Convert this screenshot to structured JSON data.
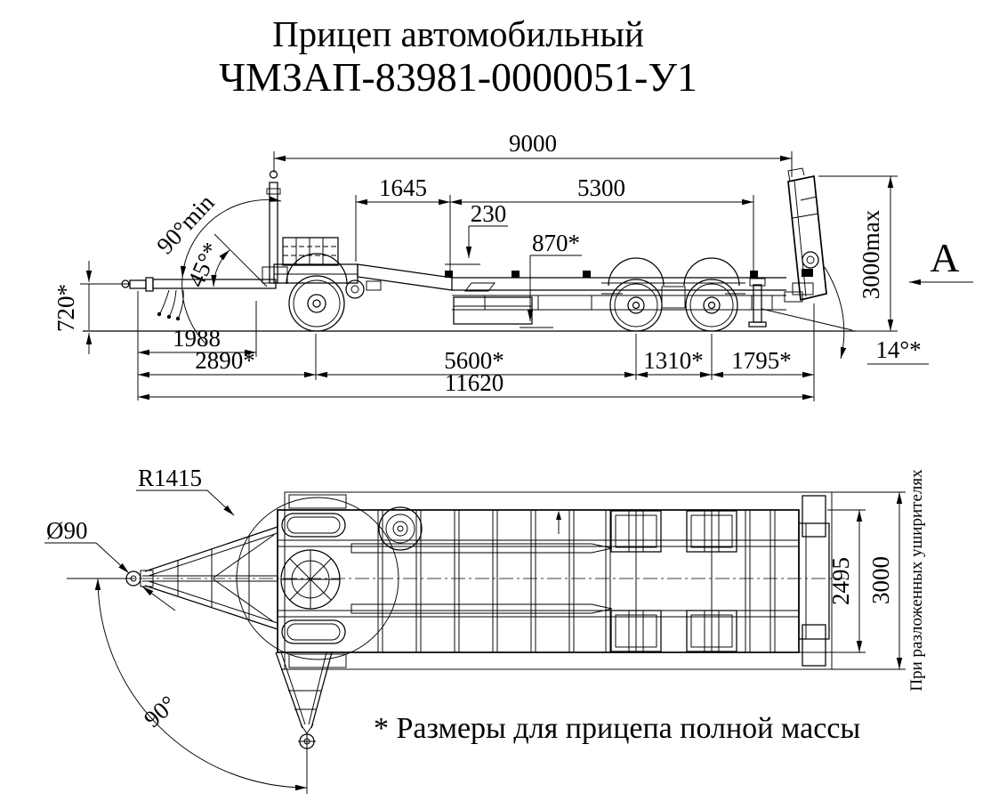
{
  "title": {
    "line1": "Прицеп автомобильный",
    "line2": "ЧМЗАП-83981-0000051-У1"
  },
  "footnote": "* Размеры для прицепа полной массы",
  "side_view": {
    "dims": {
      "deck_length": "9000",
      "gooseneck_length": "1645",
      "platform_length": "5300",
      "step_height": "230",
      "deck_height": "870*",
      "hitch_height": "720*",
      "drawbar_length": "1988",
      "eye_to_front_axle": "2890*",
      "front_to_rear_axle": "5600*",
      "rear_axle_spacing": "1310*",
      "rear_overhang": "1795*",
      "overall_length": "11620",
      "ramp_height": "3000max",
      "drawbar_angle_up": "90°min",
      "drawbar_angle_loaded": "45°*",
      "ramp_angle": "14°*",
      "view_label": "A"
    }
  },
  "plan_view": {
    "dims": {
      "swing_radius": "R1415",
      "eye_diameter": "Ø90",
      "frame_width": "2495",
      "overall_width": "3000",
      "drawbar_swing_angle": "90°",
      "width_note": "При разложенных уширителях"
    }
  },
  "colors": {
    "line": "#000000",
    "background": "#ffffff"
  }
}
